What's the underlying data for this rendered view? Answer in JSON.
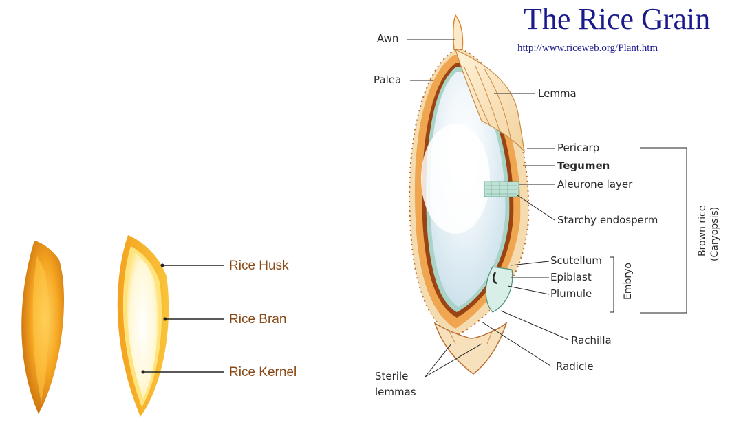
{
  "header": {
    "title": "The Rice Grain",
    "url": "http://www.riceweb.org/Plant.htm"
  },
  "left_diagram": {
    "labels": [
      "Rice Husk",
      "Rice Bran",
      "Rice Kernel"
    ]
  },
  "right_diagram": {
    "labels": {
      "awn": "Awn",
      "palea": "Palea",
      "lemma": "Lemma",
      "pericarp": "Pericarp",
      "tegumen": "Tegumen",
      "aleurone": "Aleurone layer",
      "starchy": "Starchy endosperm",
      "scutellum": "Scutellum",
      "epiblast": "Epiblast",
      "plumule": "Plumule",
      "rachilla": "Rachilla",
      "radicle": "Radicle",
      "sterile_line1": "Sterile",
      "sterile_line2": "lemmas"
    },
    "groups": {
      "embryo": "Embryo",
      "brown_rice_line1": "Brown rice",
      "brown_rice_line2": "(Caryopsis)"
    }
  },
  "colors": {
    "title": "#1a1a8c",
    "husk_orange": "#e8951c",
    "endosperm_blue": "#dcebf2",
    "label_brown": "#8a4a18"
  }
}
